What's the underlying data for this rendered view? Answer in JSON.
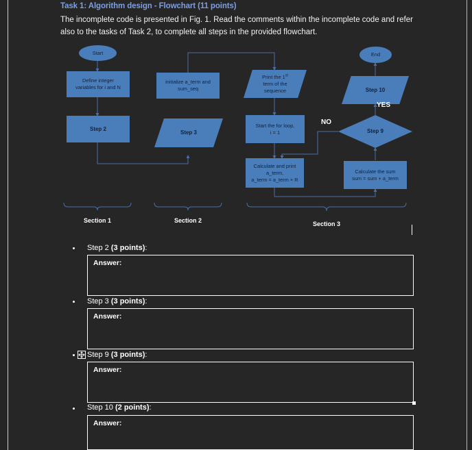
{
  "document": {
    "title": "Task 1: Algorithm design - Flowchart (11 points)",
    "paragraph": "The incomplete code is presented in Fig. 1. Read the comments within the incomplete code and refer also to the tasks of Task 2, to complete all steps in the provided flowchart.",
    "title_color": "#7f9ee0",
    "page_background": "#262626"
  },
  "flowchart": {
    "shape_fill": "#4a7ebb",
    "connector_color": "#4a6ea8",
    "nodes": {
      "start": "Start",
      "define": "Define integer variables for i and N",
      "define_line1": "Define integer",
      "define_line2": "variables for i and N",
      "step2": "Step 2",
      "initialize_line1": "initialize a_term and",
      "initialize_line2": "sum_seq",
      "step3": "Step 3",
      "print_line1": "Print the 1",
      "print_sup": "st",
      "print_line2": "term of the",
      "print_line3": "sequence",
      "forloop_line1": "Start the for loop,",
      "forloop_line2": "i = 1",
      "calc_line1": "Calculate and print",
      "calc_line2": "a_term,",
      "calc_line3": "a_term = a_term × R",
      "sum_line1": "Calculate the sum",
      "sum_line2": "sum = sum + a_term",
      "step9": "Step 9",
      "step10": "Step 10",
      "end": "End"
    },
    "edge_labels": {
      "yes": "YES",
      "no": "NO"
    },
    "sections": [
      {
        "label": "Section 1"
      },
      {
        "label": "Section 2"
      },
      {
        "label": "Section 3"
      }
    ]
  },
  "questions": [
    {
      "step": "Step 2 ",
      "points": "(3 points)",
      "suffix": ":",
      "answer_label": "Answer:"
    },
    {
      "step": "Step 3 ",
      "points": "(3 points)",
      "suffix": ":",
      "answer_label": "Answer:"
    },
    {
      "step": "Step 9 ",
      "points": "(3 points)",
      "suffix": ":",
      "answer_label": "Answer:"
    },
    {
      "step": "Step 10 ",
      "points": "(2 points)",
      "suffix": ":",
      "answer_label": "Answer:"
    }
  ]
}
